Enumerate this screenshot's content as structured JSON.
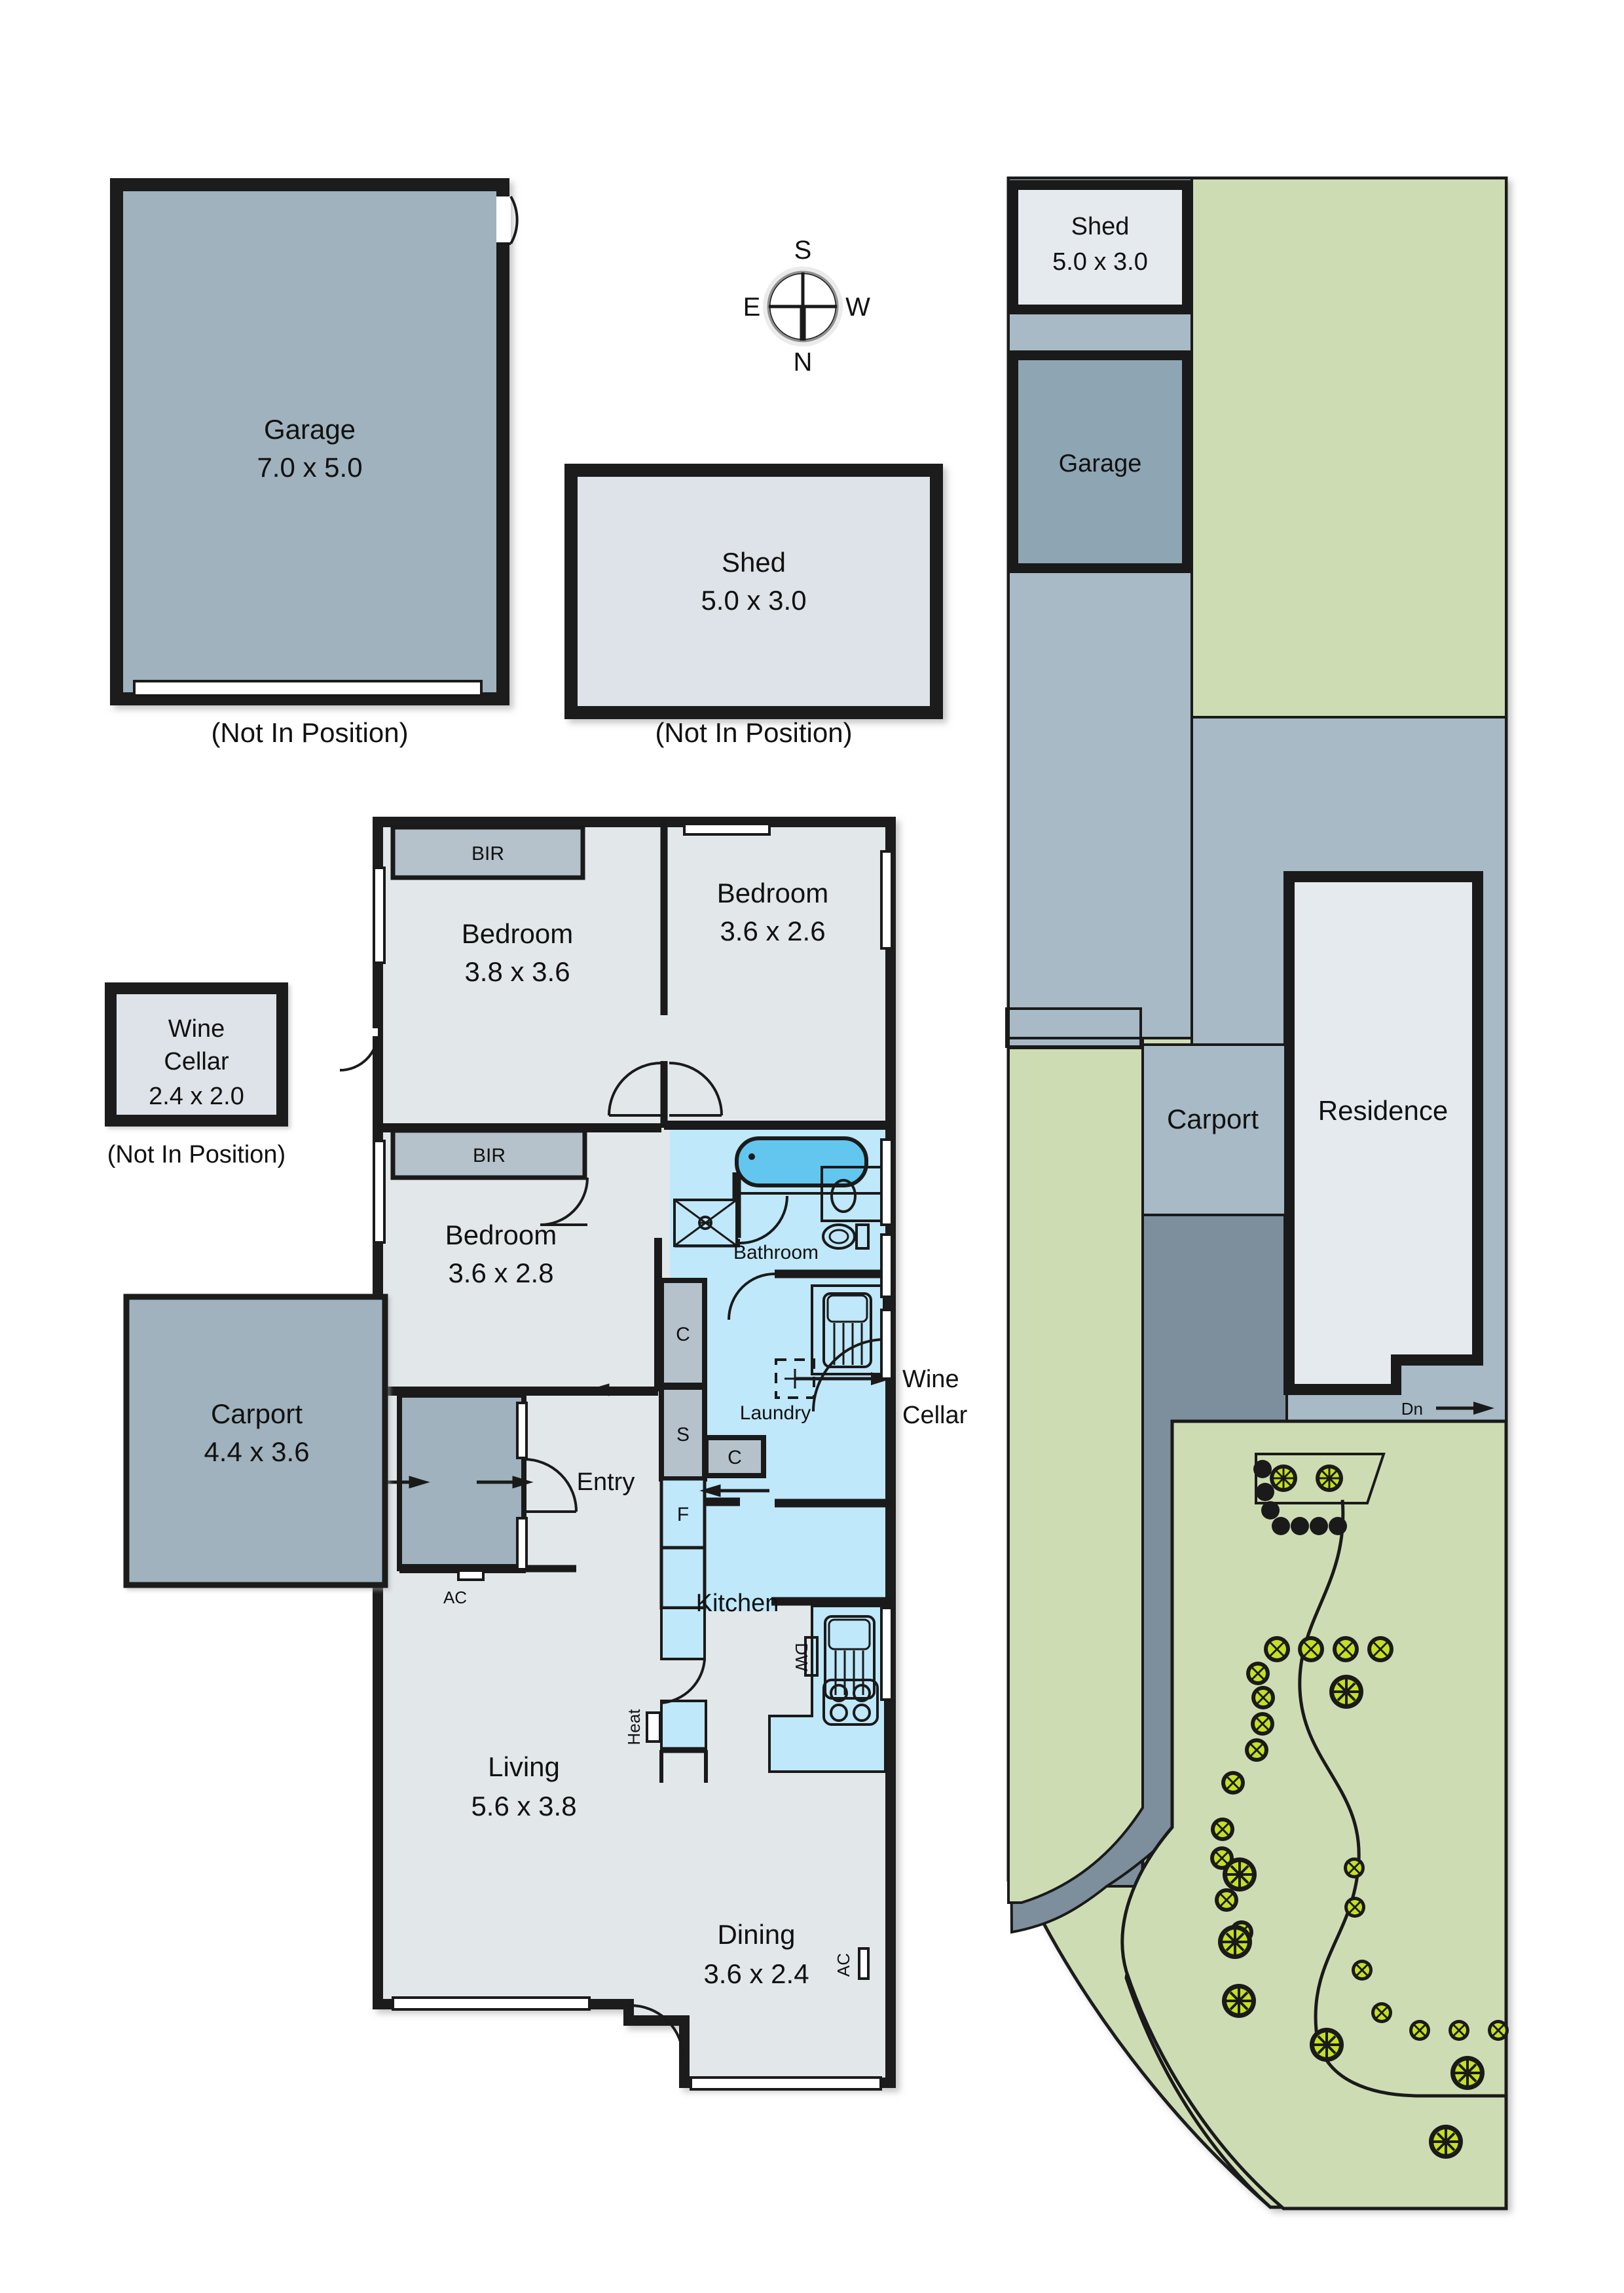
{
  "document": {
    "type": "floor-plan",
    "title": "Residential Floor Plan and Site Plan"
  },
  "colors": {
    "wall": "#1a1a1a",
    "room_fill": "#e2e7ea",
    "garage_fill": "#9fb2bd",
    "wet_fill": "#bfe8fa",
    "bath_water": "#62c6ef",
    "cupboard_fill": "#b5c2cb",
    "site_land": "#cedcb4",
    "site_paving": "#a7bac6",
    "site_drive": "#7d8f9c",
    "site_building": "#dfe5ea",
    "tree_green": "#c4e01f",
    "tree_dark": "#1a1a1a"
  },
  "compass": {
    "name": "compass-rose",
    "top": "S",
    "bottom": "N",
    "left": "E",
    "right": "W"
  },
  "detached_structures": [
    {
      "id": "garage-detached",
      "name": "Garage",
      "dimensions": "7.0 x 5.0",
      "note": "(Not In Position)",
      "fill": "garage"
    },
    {
      "id": "shed-detached",
      "name": "Shed",
      "dimensions": "5.0 x 3.0",
      "note": "(Not In Position)",
      "fill": "room"
    },
    {
      "id": "wine-cellar-detached",
      "name_line1": "Wine",
      "name_line2": "Cellar",
      "dimensions": "2.4 x 2.0",
      "note": "(Not In Position)",
      "fill": "room"
    }
  ],
  "main_plan": {
    "rooms": [
      {
        "id": "bedroom-1",
        "name": "Bedroom",
        "dimensions": "3.8 x 3.6"
      },
      {
        "id": "bedroom-2",
        "name": "Bedroom",
        "dimensions": "3.6 x 2.6"
      },
      {
        "id": "bedroom-3",
        "name": "Bedroom",
        "dimensions": "3.6 x 2.8"
      },
      {
        "id": "bathroom",
        "name": "Bathroom",
        "dimensions": ""
      },
      {
        "id": "laundry",
        "name": "Laundry",
        "dimensions": ""
      },
      {
        "id": "kitchen",
        "name": "Kitchen",
        "dimensions": ""
      },
      {
        "id": "living",
        "name": "Living",
        "dimensions": "5.6 x 3.8"
      },
      {
        "id": "dining",
        "name": "Dining",
        "dimensions": "3.6 x 2.4"
      },
      {
        "id": "entry",
        "name": "Entry",
        "dimensions": ""
      },
      {
        "id": "carport",
        "name": "Carport",
        "dimensions": "4.4 x 3.6"
      }
    ],
    "annotations": [
      {
        "id": "bir-top",
        "label": "BIR"
      },
      {
        "id": "bir-mid",
        "label": "BIR"
      },
      {
        "id": "cupboard-c1",
        "label": "C"
      },
      {
        "id": "cupboard-s",
        "label": "S"
      },
      {
        "id": "cupboard-c2",
        "label": "C"
      },
      {
        "id": "fridge-f",
        "label": "F"
      },
      {
        "id": "dishwasher",
        "label": "DW"
      },
      {
        "id": "heater",
        "label": "Heat"
      },
      {
        "id": "ac-entry",
        "label": "AC"
      },
      {
        "id": "ac-dining",
        "label": "AC"
      }
    ],
    "callout_wine_cellar": {
      "id": "wine-cellar-callout",
      "line1": "Wine",
      "line2": "Cellar"
    }
  },
  "site_plan": {
    "structures": [
      {
        "id": "site-shed",
        "name": "Shed",
        "dimensions": "5.0 x 3.0"
      },
      {
        "id": "site-garage",
        "name": "Garage",
        "dimensions": ""
      },
      {
        "id": "site-carport",
        "name": "Carport",
        "dimensions": ""
      },
      {
        "id": "site-residence",
        "name": "Residence",
        "dimensions": ""
      }
    ],
    "markers": [
      {
        "id": "down-arrow",
        "label": "Dn"
      }
    ]
  }
}
